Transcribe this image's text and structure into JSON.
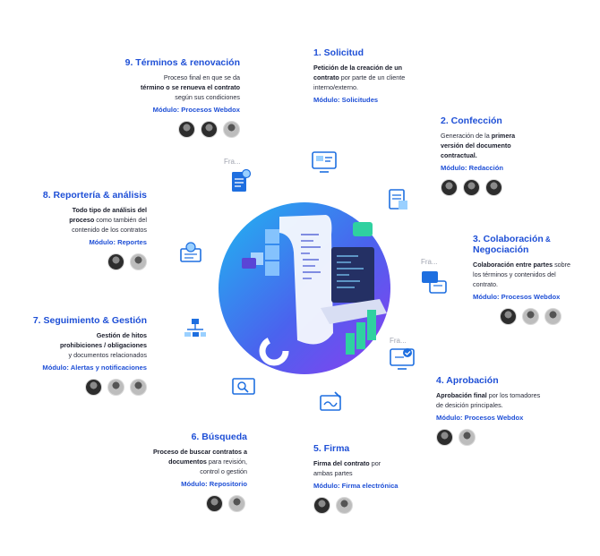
{
  "steps": {
    "s1": {
      "title": "1. Solicitud",
      "d1": "Petición de la creación de un",
      "d2b": "contrato",
      "d2": " por parte de un cliente",
      "d3": "interno/externo.",
      "module": "Módulo: Solicitudes"
    },
    "s2": {
      "title": "2. Confección",
      "d1": "Generación de la ",
      "d1b": "primera",
      "d2b": "versión del documento",
      "d3b": "contractual.",
      "module": "Módulo: Redacción"
    },
    "s3": {
      "title1": "3. Colaboración",
      "amp": " &",
      "title2": "Negociación",
      "d1b": "Colaboración entre partes",
      "d1": " sobre",
      "d2": "los términos y contenidos del",
      "d3": "contrato.",
      "module": "Módulo: Procesos Webdox"
    },
    "s4": {
      "title": "4. Aprobación",
      "d1b": "Aprobación final",
      "d1": " por los tomadores",
      "d2": "de desición principales.",
      "module": "Módulo: Procesos Webdox"
    },
    "s5": {
      "title": "5. Firma",
      "d1b": "Firma del contrato",
      "d1": " por",
      "d2": "ambas partes",
      "module": "Módulo: Firma electrónica"
    },
    "s6": {
      "title": "6. Búsqueda",
      "d1b": "Proceso de buscar contratos a",
      "d2b": "documentos",
      "d2": " para revisión,",
      "d3": "control o gestión",
      "module": "Módulo: Repositorio"
    },
    "s7": {
      "title": "7. Seguimiento & Gestión",
      "d1b": "Gestión de hitos",
      "d2b": "prohibiciones / obligaciones",
      "d3": "y documentos relacionados",
      "module": "Módulo: Alertas y notificaciones"
    },
    "s8": {
      "title": "8. Reportería & análisis",
      "d1b": "Todo tipo de análisis del",
      "d2b": "proceso",
      "d2": " como también del",
      "d3": "contenido de los contratos",
      "module": "Módulo: Reportes"
    },
    "s9": {
      "title": "9. Términos & renovación",
      "d1": "Proceso final en que se da",
      "d2b": "término o se renueva el contrato",
      "d3": "según sus condiciones",
      "module": "Módulo: Procesos Webdox"
    }
  },
  "fra_labels": {
    "a": "Fra...",
    "b": "Fra...",
    "c": "Fra..."
  },
  "colors": {
    "accent": "#1e4fd6",
    "gradient_start": "#1fb7f0",
    "gradient_end": "#8b3df0"
  }
}
